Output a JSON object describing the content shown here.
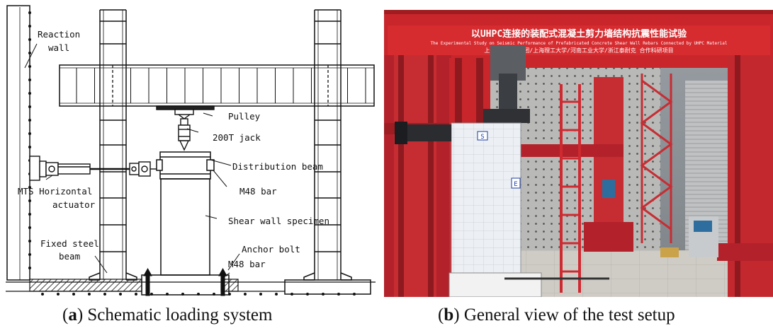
{
  "panel_a": {
    "labels": {
      "reaction_wall": [
        "Reaction",
        "wall"
      ],
      "pulley": "Pulley",
      "jack": "200T jack",
      "distribution_beam": "Distribution beam",
      "m48_bar_top": "M48 bar",
      "actuator": [
        "MTS Horizontal",
        "actuator"
      ],
      "shear_wall": "Shear wall specimen",
      "fixed_beam": [
        "Fixed steel",
        "beam"
      ],
      "anchor_bolt": "Anchor bolt",
      "m48_bar_bottom": "M48 bar"
    }
  },
  "panel_b": {
    "banner_line1": "以UHPC连接的装配式混凝土剪力墙结构抗震性能试验",
    "banner_line2": "The Experimental Study on Seismic Performance of Prefabricated Concrete Shear Wall Rebars Connected by UHPC Material",
    "banner_line3": "上海建工二建集团/上海理工大学/河南工业大学/浙江泰耐克  合作科研项目",
    "tag_s": "S",
    "tag_e": "E"
  },
  "captions": {
    "a_letter": "(a)",
    "a_text": " Schematic loading system",
    "b_letter": "(b)",
    "b_text": " General view of the test setup"
  }
}
